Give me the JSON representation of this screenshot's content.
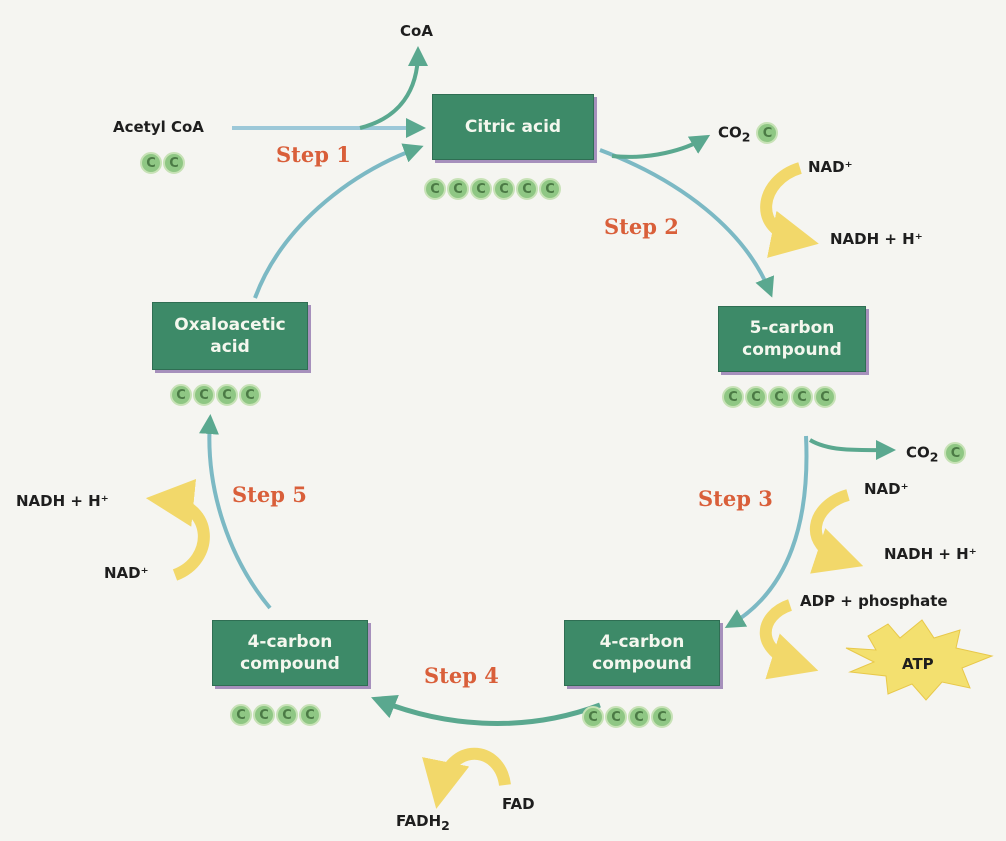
{
  "compounds": {
    "citric_acid": {
      "label": "Citric acid",
      "carbons": [
        "C",
        "C",
        "C",
        "C",
        "C",
        "C"
      ]
    },
    "five_carbon": {
      "label": "5-carbon\ncompound",
      "carbons": [
        "C",
        "C",
        "C",
        "C",
        "C"
      ]
    },
    "four_carbon_right": {
      "label": "4-carbon\ncompound",
      "carbons": [
        "C",
        "C",
        "C",
        "C"
      ]
    },
    "four_carbon_left": {
      "label": "4-carbon\ncompound",
      "carbons": [
        "C",
        "C",
        "C",
        "C"
      ]
    },
    "oxaloacetic": {
      "label": "Oxaloacetic\nacid",
      "carbons": [
        "C",
        "C",
        "C",
        "C"
      ]
    },
    "acetyl_coa": {
      "label": "Acetyl CoA",
      "carbons": [
        "C",
        "C"
      ]
    }
  },
  "steps": {
    "step1": "Step 1",
    "step2": "Step 2",
    "step3": "Step 3",
    "step4": "Step 4",
    "step5": "Step 5"
  },
  "labels": {
    "coa": "CoA",
    "co2_step2": "CO",
    "co2_step2_sub": "2",
    "co2_step2_c": "C",
    "nad_step2": "NAD⁺",
    "nadh_step2": "NADH + H⁺",
    "co2_step3": "CO",
    "co2_step3_sub": "2",
    "co2_step3_c": "C",
    "nad_step3": "NAD⁺",
    "nadh_step3": "NADH + H⁺",
    "adp_phosphate": "ADP + phosphate",
    "atp": "ATP",
    "fad": "FAD",
    "fadh2": "FADH",
    "fadh2_sub": "2",
    "nadh_step5": "NADH + H⁺",
    "nad_step5": "NAD⁺"
  },
  "colors": {
    "box": "#3d8a68",
    "arrow_teal": "#6fb8a8",
    "arrow_yellow": "#f2d86a",
    "step_text": "#d95f3a",
    "carbon": "#8fc784"
  }
}
